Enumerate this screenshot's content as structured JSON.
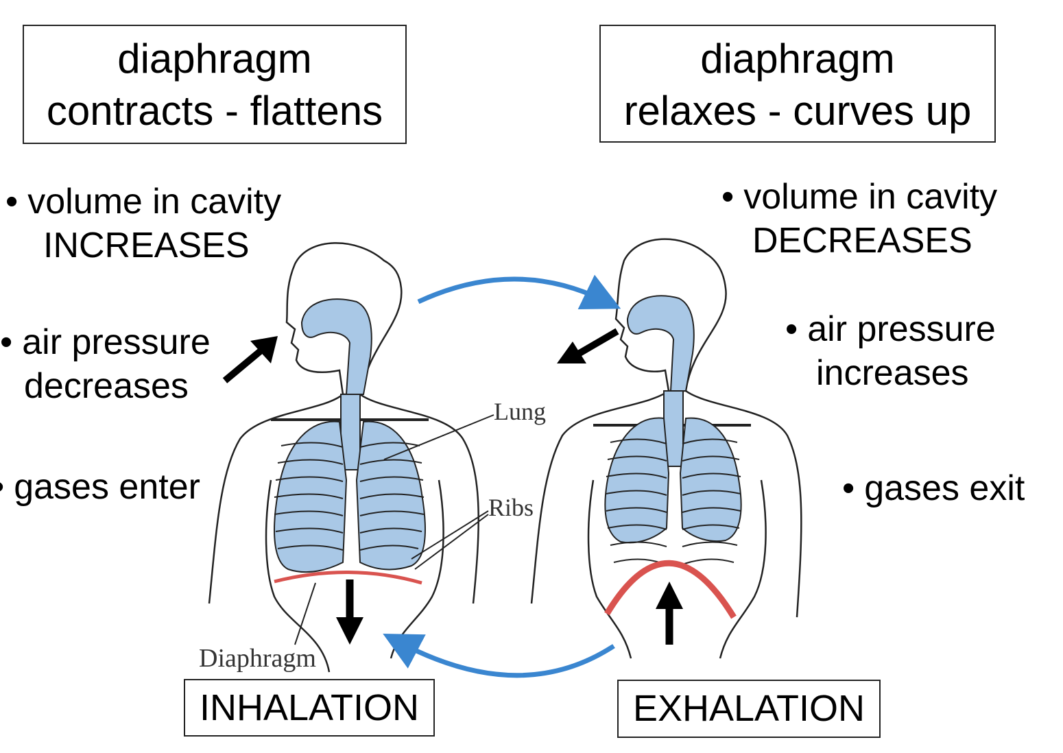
{
  "inhalation": {
    "heading_line1": "diaphragm",
    "heading_line2": "contracts - flattens",
    "points": [
      {
        "bullet": "•",
        "line1": "volume in cavity",
        "line2": "INCREASES"
      },
      {
        "bullet": "•",
        "line1": "air pressure",
        "line2": "decreases"
      },
      {
        "bullet": "•",
        "line1": "gases enter"
      }
    ],
    "phase_label": "INHALATION"
  },
  "exhalation": {
    "heading_line1": "diaphragm",
    "heading_line2": "relaxes - curves up",
    "points": [
      {
        "bullet": "•",
        "line1": "volume in cavity",
        "line2": "DECREASES"
      },
      {
        "bullet": "•",
        "line1": "air pressure",
        "line2": "increases"
      },
      {
        "bullet": "•",
        "line1": "gases exit"
      }
    ],
    "phase_label": "EXHALATION"
  },
  "figure_labels": {
    "lung": "Lung",
    "ribs": "Ribs",
    "diaphragm": "Diaphragm"
  },
  "colors": {
    "lung_fill": "#a9c8e6",
    "cycle_arrow": "#3a86d0",
    "diaphragm": "#d9534f",
    "outline": "#222222"
  }
}
